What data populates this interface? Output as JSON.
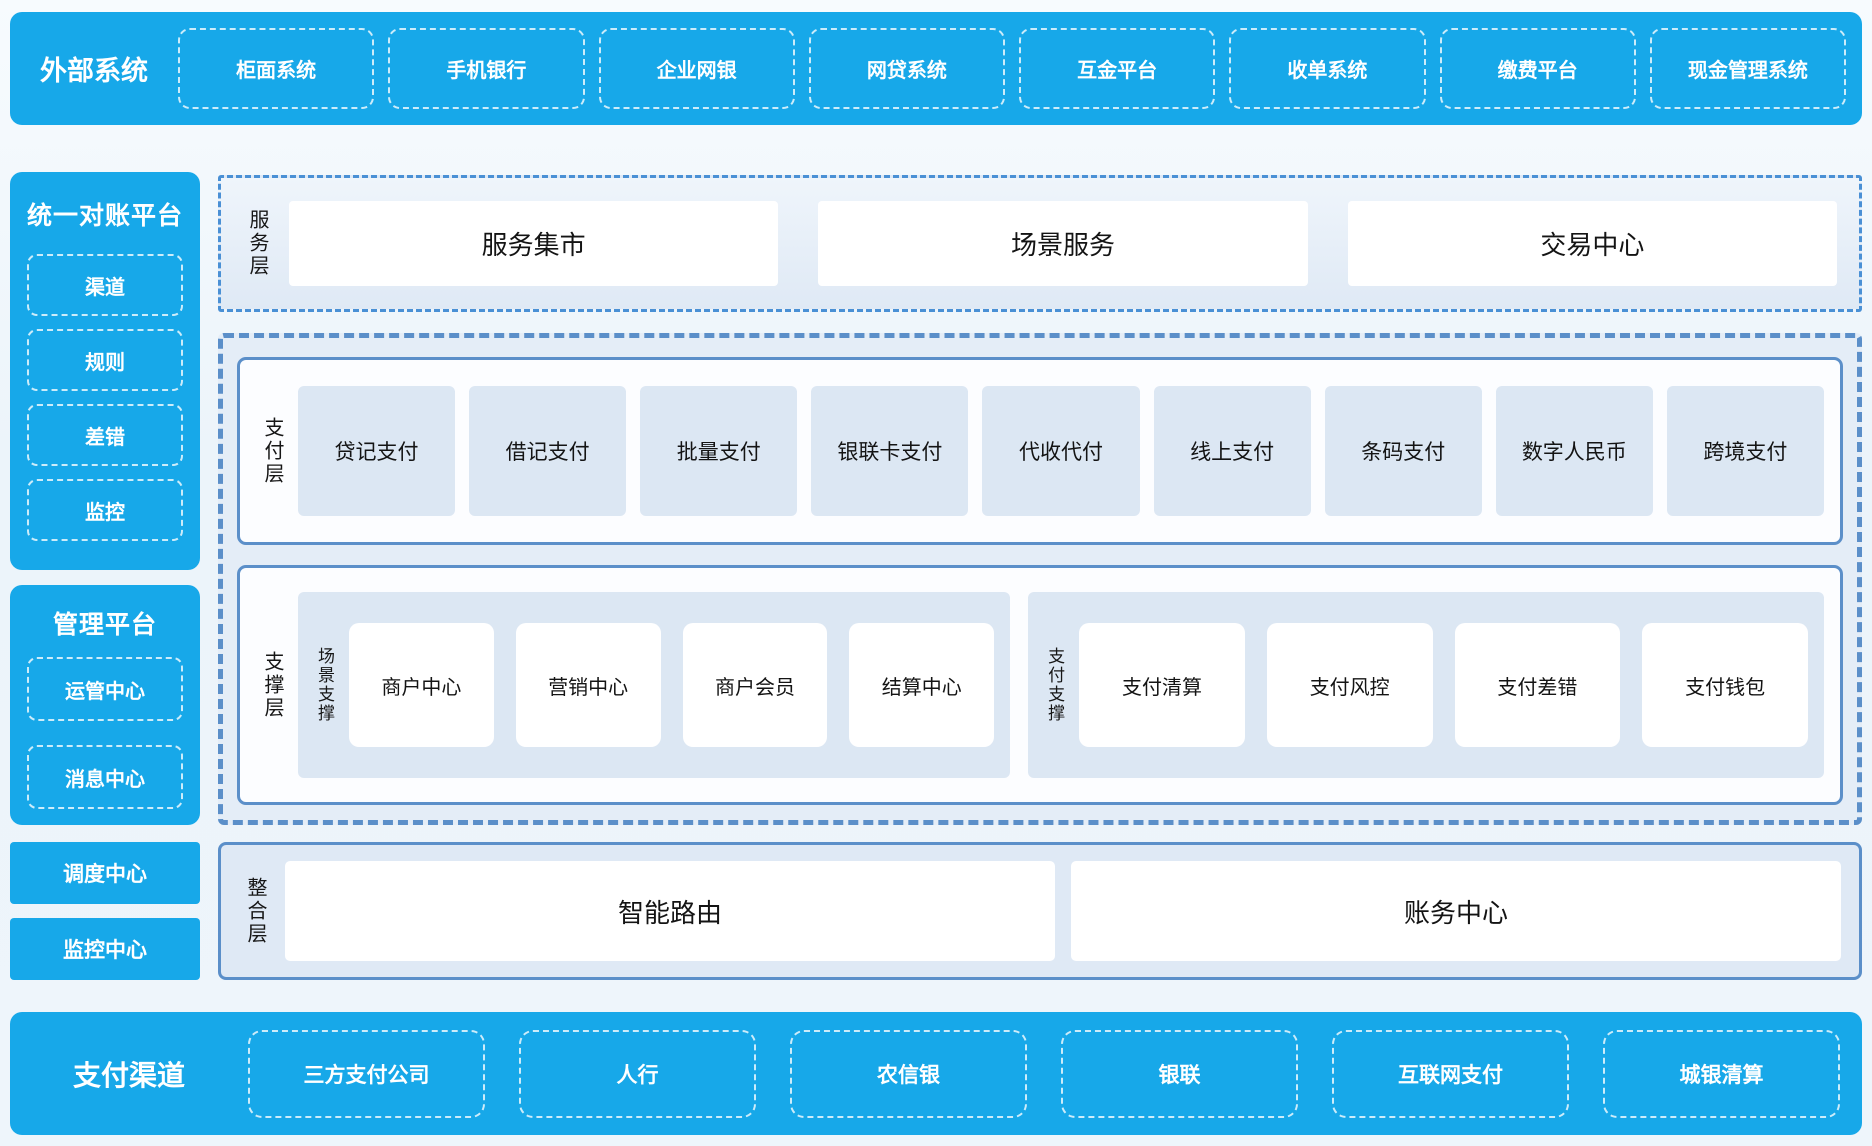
{
  "colors": {
    "primary_blue": "#17a8e9",
    "border_blue": "#5b8fc9",
    "section_bg": "#e4edf7",
    "card_light": "#dce7f3",
    "text_dark": "#141414"
  },
  "external_systems": {
    "label": "外部系统",
    "items": [
      "柜面系统",
      "手机银行",
      "企业网银",
      "网贷系统",
      "互金平台",
      "收单系统",
      "缴费平台",
      "现金管理系统"
    ]
  },
  "sidebar": {
    "reconciliation": {
      "title": "统一对账平台",
      "items": [
        "渠道",
        "规则",
        "差错",
        "监控"
      ]
    },
    "management": {
      "title": "管理平台",
      "items": [
        "运管中心",
        "消息中心"
      ]
    },
    "standalone": [
      "调度中心",
      "监控中心"
    ]
  },
  "service_layer": {
    "label": "服务层",
    "items": [
      "服务集市",
      "场景服务",
      "交易中心"
    ]
  },
  "payment_layer": {
    "label": "支付层",
    "items": [
      "贷记支付",
      "借记支付",
      "批量支付",
      "银联卡支付",
      "代收代付",
      "线上支付",
      "条码支付",
      "数字人民币",
      "跨境支付"
    ]
  },
  "support_layer": {
    "label": "支撑层",
    "groups": [
      {
        "label": "场景支撑",
        "items": [
          "商户中心",
          "营销中心",
          "商户会员",
          "结算中心"
        ]
      },
      {
        "label": "支付支撑",
        "items": [
          "支付清算",
          "支付风控",
          "支付差错",
          "支付钱包"
        ]
      }
    ]
  },
  "integration_layer": {
    "label": "整合层",
    "items": [
      "智能路由",
      "账务中心"
    ]
  },
  "payment_channels": {
    "label": "支付渠道",
    "items": [
      "三方支付公司",
      "人行",
      "农信银",
      "银联",
      "互联网支付",
      "城银清算"
    ]
  }
}
